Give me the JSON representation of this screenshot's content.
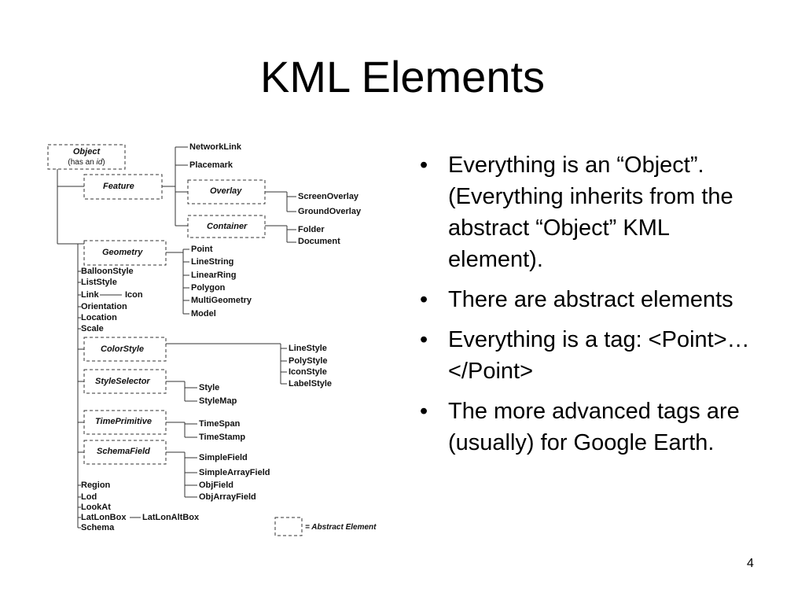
{
  "slide": {
    "title": "KML Elements",
    "page_number": "4"
  },
  "bullets": [
    {
      "marker": "•",
      "text": "Everything is an “Object”. (Everything inherits from the abstract “Object” KML element)."
    },
    {
      "marker": "•",
      "text": "There are abstract elements"
    },
    {
      "marker": "•",
      "text": "Everything is a tag: <Point>…</Point>"
    },
    {
      "marker": "•",
      "text": "The more advanced tags are (usually) for Google Earth."
    }
  ],
  "diagram": {
    "object": {
      "label": "Object",
      "sub_prefix": "(has an ",
      "sub_italic": "id",
      "sub_suffix": ")"
    },
    "feature": {
      "label": "Feature",
      "children": [
        "NetworkLink",
        "Placemark"
      ],
      "overlay": {
        "label": "Overlay",
        "children": [
          "ScreenOverlay",
          "GroundOverlay"
        ]
      },
      "container": {
        "label": "Container",
        "children": [
          "Folder",
          "Document"
        ]
      }
    },
    "geometry": {
      "label": "Geometry",
      "children": [
        "Point",
        "LineString",
        "LinearRing",
        "Polygon",
        "MultiGeometry",
        "Model"
      ]
    },
    "simple_a": [
      "BalloonStyle",
      "ListStyle",
      "Link",
      "Orientation",
      "Location",
      "Scale"
    ],
    "link_child": "Icon",
    "colorstyle": {
      "label": "ColorStyle",
      "children": [
        "LineStyle",
        "PolyStyle",
        "IconStyle",
        "LabelStyle"
      ]
    },
    "styleselector": {
      "label": "StyleSelector",
      "children": [
        "Style",
        "StyleMap"
      ]
    },
    "timeprimitive": {
      "label": "TimePrimitive",
      "children": [
        "TimeSpan",
        "TimeStamp"
      ]
    },
    "schemafield": {
      "label": "SchemaField",
      "children": [
        "SimpleField",
        "SimpleArrayField",
        "ObjField",
        "ObjArrayField"
      ]
    },
    "simple_b": [
      "Region",
      "Lod",
      "LookAt",
      "LatLonBox",
      "Schema"
    ],
    "latlonbox_child": "LatLonAltBox",
    "legend": {
      "text": "= Abstract Element"
    }
  }
}
